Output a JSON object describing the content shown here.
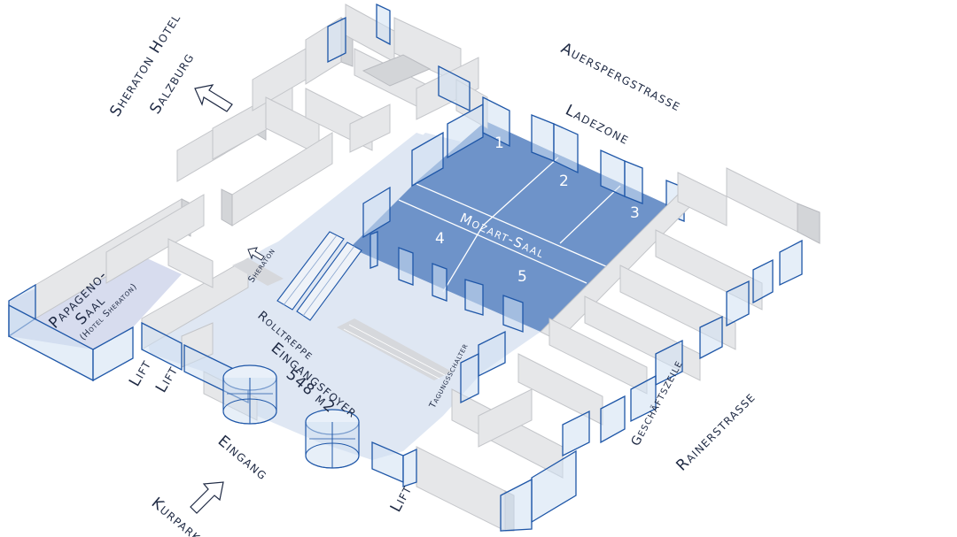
{
  "labels": {
    "sheraton_hotel": "Sheraton Hotel",
    "salzburg": "Salzburg",
    "auerspergstrasse": "Auerspergstrasse",
    "ladezone": "Ladezone",
    "mozart_saal": "Mozart-Saal",
    "papageno_line1": "Papageno-",
    "papageno_line2": "Saal",
    "papageno_line3": "(Hotel Sheraton)",
    "sheraton_small": "Sheraton",
    "rolltreppe": "Rolltreppe",
    "eingangsfoyer": "Eingangsfoyer",
    "foyer_area": "548 m2",
    "tagungsschalter": "Tagungsschalter",
    "geschaeftszeile": "Geschäftszeile",
    "rainerstrasse": "Rainerstrasse",
    "lift_1": "Lift",
    "lift_2": "Lift",
    "lift_3": "Lift",
    "eingang": "Eingang",
    "kurpark": "Kurpark"
  },
  "sections": [
    "1",
    "2",
    "3",
    "4",
    "5"
  ],
  "colors": {
    "mozart_hall": "#6e93c9",
    "foyer_floor": "#dfe7f3",
    "glass_stroke": "#1f57a8",
    "wall": "#e6e7e9",
    "text": "#1f2a44"
  },
  "icons": {
    "arrow_to_sheraton": "arrow-up-left-icon",
    "arrow_to_kurpark": "arrow-up-right-icon",
    "small_arrow_sheraton": "arrow-up-left-icon"
  }
}
